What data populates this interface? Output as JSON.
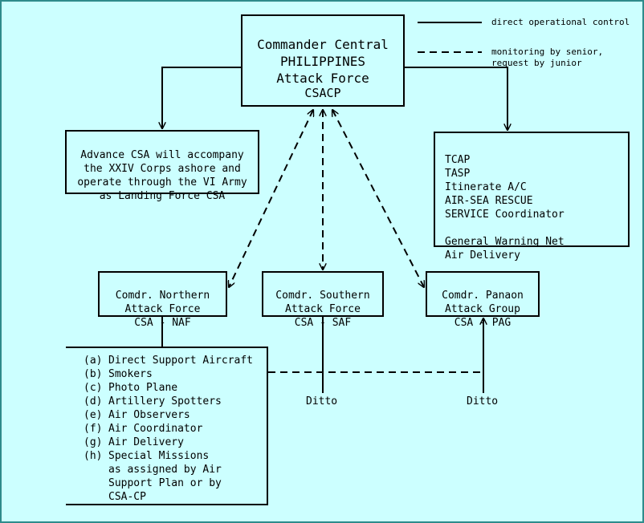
{
  "legend": {
    "solid_label": "direct operational control",
    "dashed_label": "monitoring by senior,\nrequest by junior"
  },
  "nodes": {
    "commander": {
      "title": "Commander Central\nPHILIPPINES\nAttack Force",
      "code": "CSACP"
    },
    "advance": {
      "text": "Advance CSA will accompany\nthe XXIV Corps ashore and\noperate through the VI Army\nas Landing Force CSA"
    },
    "services": {
      "text": "TCAP\nTASP\nItinerate A/C\nAIR-SEA RESCUE\nSERVICE Coordinator\n\nGeneral Warning Net\nAir Delivery"
    },
    "naf": {
      "text": "Comdr. Northern\nAttack Force\nCSA - NAF"
    },
    "saf": {
      "text": "Comdr. Southern\nAttack Force\nCSA - SAF"
    },
    "pag": {
      "text": "Comdr. Panaon\nAttack Group\nCSA - PAG"
    },
    "tasks": [
      {
        "letter": "(a)",
        "text": "Direct Support Aircraft"
      },
      {
        "letter": "(b)",
        "text": "Smokers"
      },
      {
        "letter": "(c)",
        "text": "Photo Plane"
      },
      {
        "letter": "(d)",
        "text": "Artillery Spotters"
      },
      {
        "letter": "(e)",
        "text": "Air Observers"
      },
      {
        "letter": "(f)",
        "text": "Air Coordinator"
      },
      {
        "letter": "(g)",
        "text": "Air Delivery"
      },
      {
        "letter": "(h)",
        "text": "Special Missions\nas assigned by Air\nSupport Plan or by\nCSA-CP"
      }
    ],
    "ditto_saf": "Ditto",
    "ditto_pag": "Ditto"
  },
  "colors": {
    "background": "#ccffff",
    "frame": "#2e8b8b",
    "line": "#000000"
  }
}
